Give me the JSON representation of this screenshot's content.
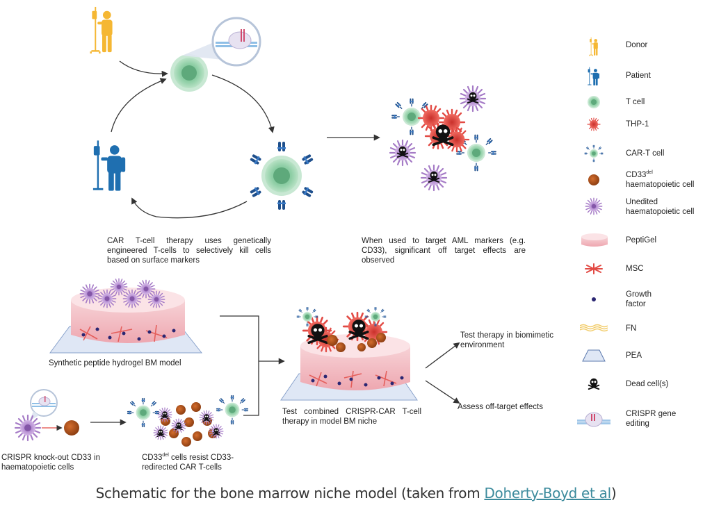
{
  "texts": {
    "car_t_desc": "CAR T-cell therapy uses genetically engineered T-cells to selectively kill cells based on surface markers",
    "aml_desc": "When used to target AML markers (e.g. CD33), significant off target effects are observed",
    "hydrogel_label": "Synthetic peptide hydrogel BM model",
    "combined_label": "Test combined CRISPR-CAR T-cell therapy in model BM niche",
    "test_therapy": "Test therapy in biomimetic environment",
    "assess_off_target": "Assess off-target effects",
    "crispr_ko_label": "CRISPR knock-out CD33 in haematopoietic cells",
    "cd33_prefix": "CD33",
    "cd33_sup": "del",
    "cd33_suffix": " cells resist CD33-redirected CAR T-cells"
  },
  "legend": {
    "donor": "Donor",
    "patient": "Patient",
    "tcell": "T cell",
    "thp1": "THP-1",
    "cart": "CAR-T cell",
    "cd33_main": "CD33",
    "cd33_sup": "del",
    "cd33_rest": "haematopoietic cell",
    "unedited": "Unedited haematopoietic cell",
    "peptigel": "PeptiGel",
    "msc": "MSC",
    "growth": "Growth factor",
    "fn": "FN",
    "pea": "PEA",
    "dead": "Dead cell(s)",
    "crispr": "CRISPR gene editing"
  },
  "caption": {
    "prefix": "Schematic for the bone marrow niche model (taken from ",
    "link": "Doherty-Boyd et al",
    "suffix": ")"
  },
  "colors": {
    "donor": "#f5b733",
    "patient": "#1f6fb0",
    "tcell": "#7fc39a",
    "tcell_core": "#5ea97b",
    "thp1": "#e0413b",
    "cd33": "#b5541c",
    "unedited": "#b78bd0",
    "peptigel": "#f4c2c8",
    "caption_link": "#3b8a9c"
  }
}
